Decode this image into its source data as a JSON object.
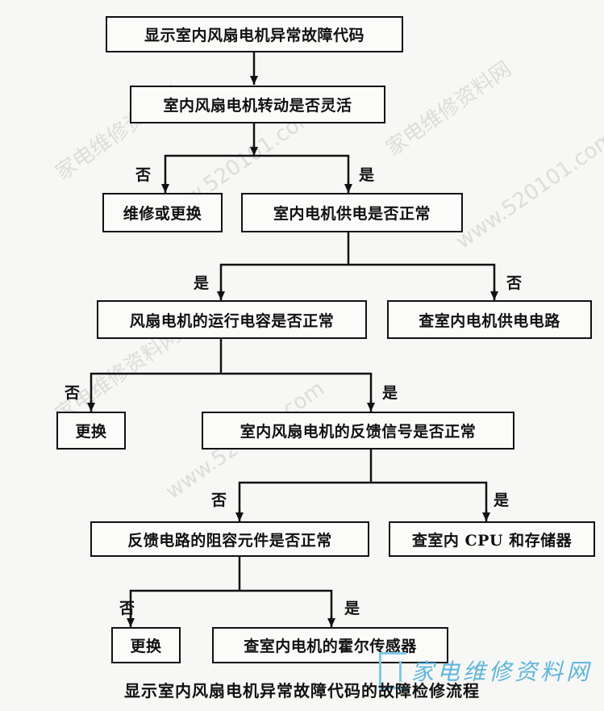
{
  "nodes": {
    "n1": "显示室内风扇电机异常故障代码",
    "n2": "室内风扇电机转动是否灵活",
    "n3": "维修或更换",
    "n4": "室内电机供电是否正常",
    "n5": "风扇电机的运行电容是否正常",
    "n6": "查室内电机供电电路",
    "n7": "更换",
    "n8": "室内风扇电机的反馈信号是否正常",
    "n9": "反馈电路的阻容元件是否正常",
    "n10": "查室内 CPU 和存储器",
    "n11": "更换",
    "n12": "查室内电机的霍尔传感器"
  },
  "labels": {
    "l1_no": "否",
    "l1_yes": "是",
    "l2_yes": "是",
    "l2_no": "否",
    "l3_no": "否",
    "l3_yes": "是",
    "l4_no": "否",
    "l4_yes": "是",
    "l5_no": "否",
    "l5_yes": "是"
  },
  "caption": "显示室内风扇电机异常故障代码的故障检修流程",
  "logo_text": "家电维修资料网",
  "watermarks": [
    "家电维修资料网",
    "www.520101.com",
    "家电维修资料网",
    "www.520101.com",
    "家电维修资料网",
    "www.520101.com"
  ]
}
